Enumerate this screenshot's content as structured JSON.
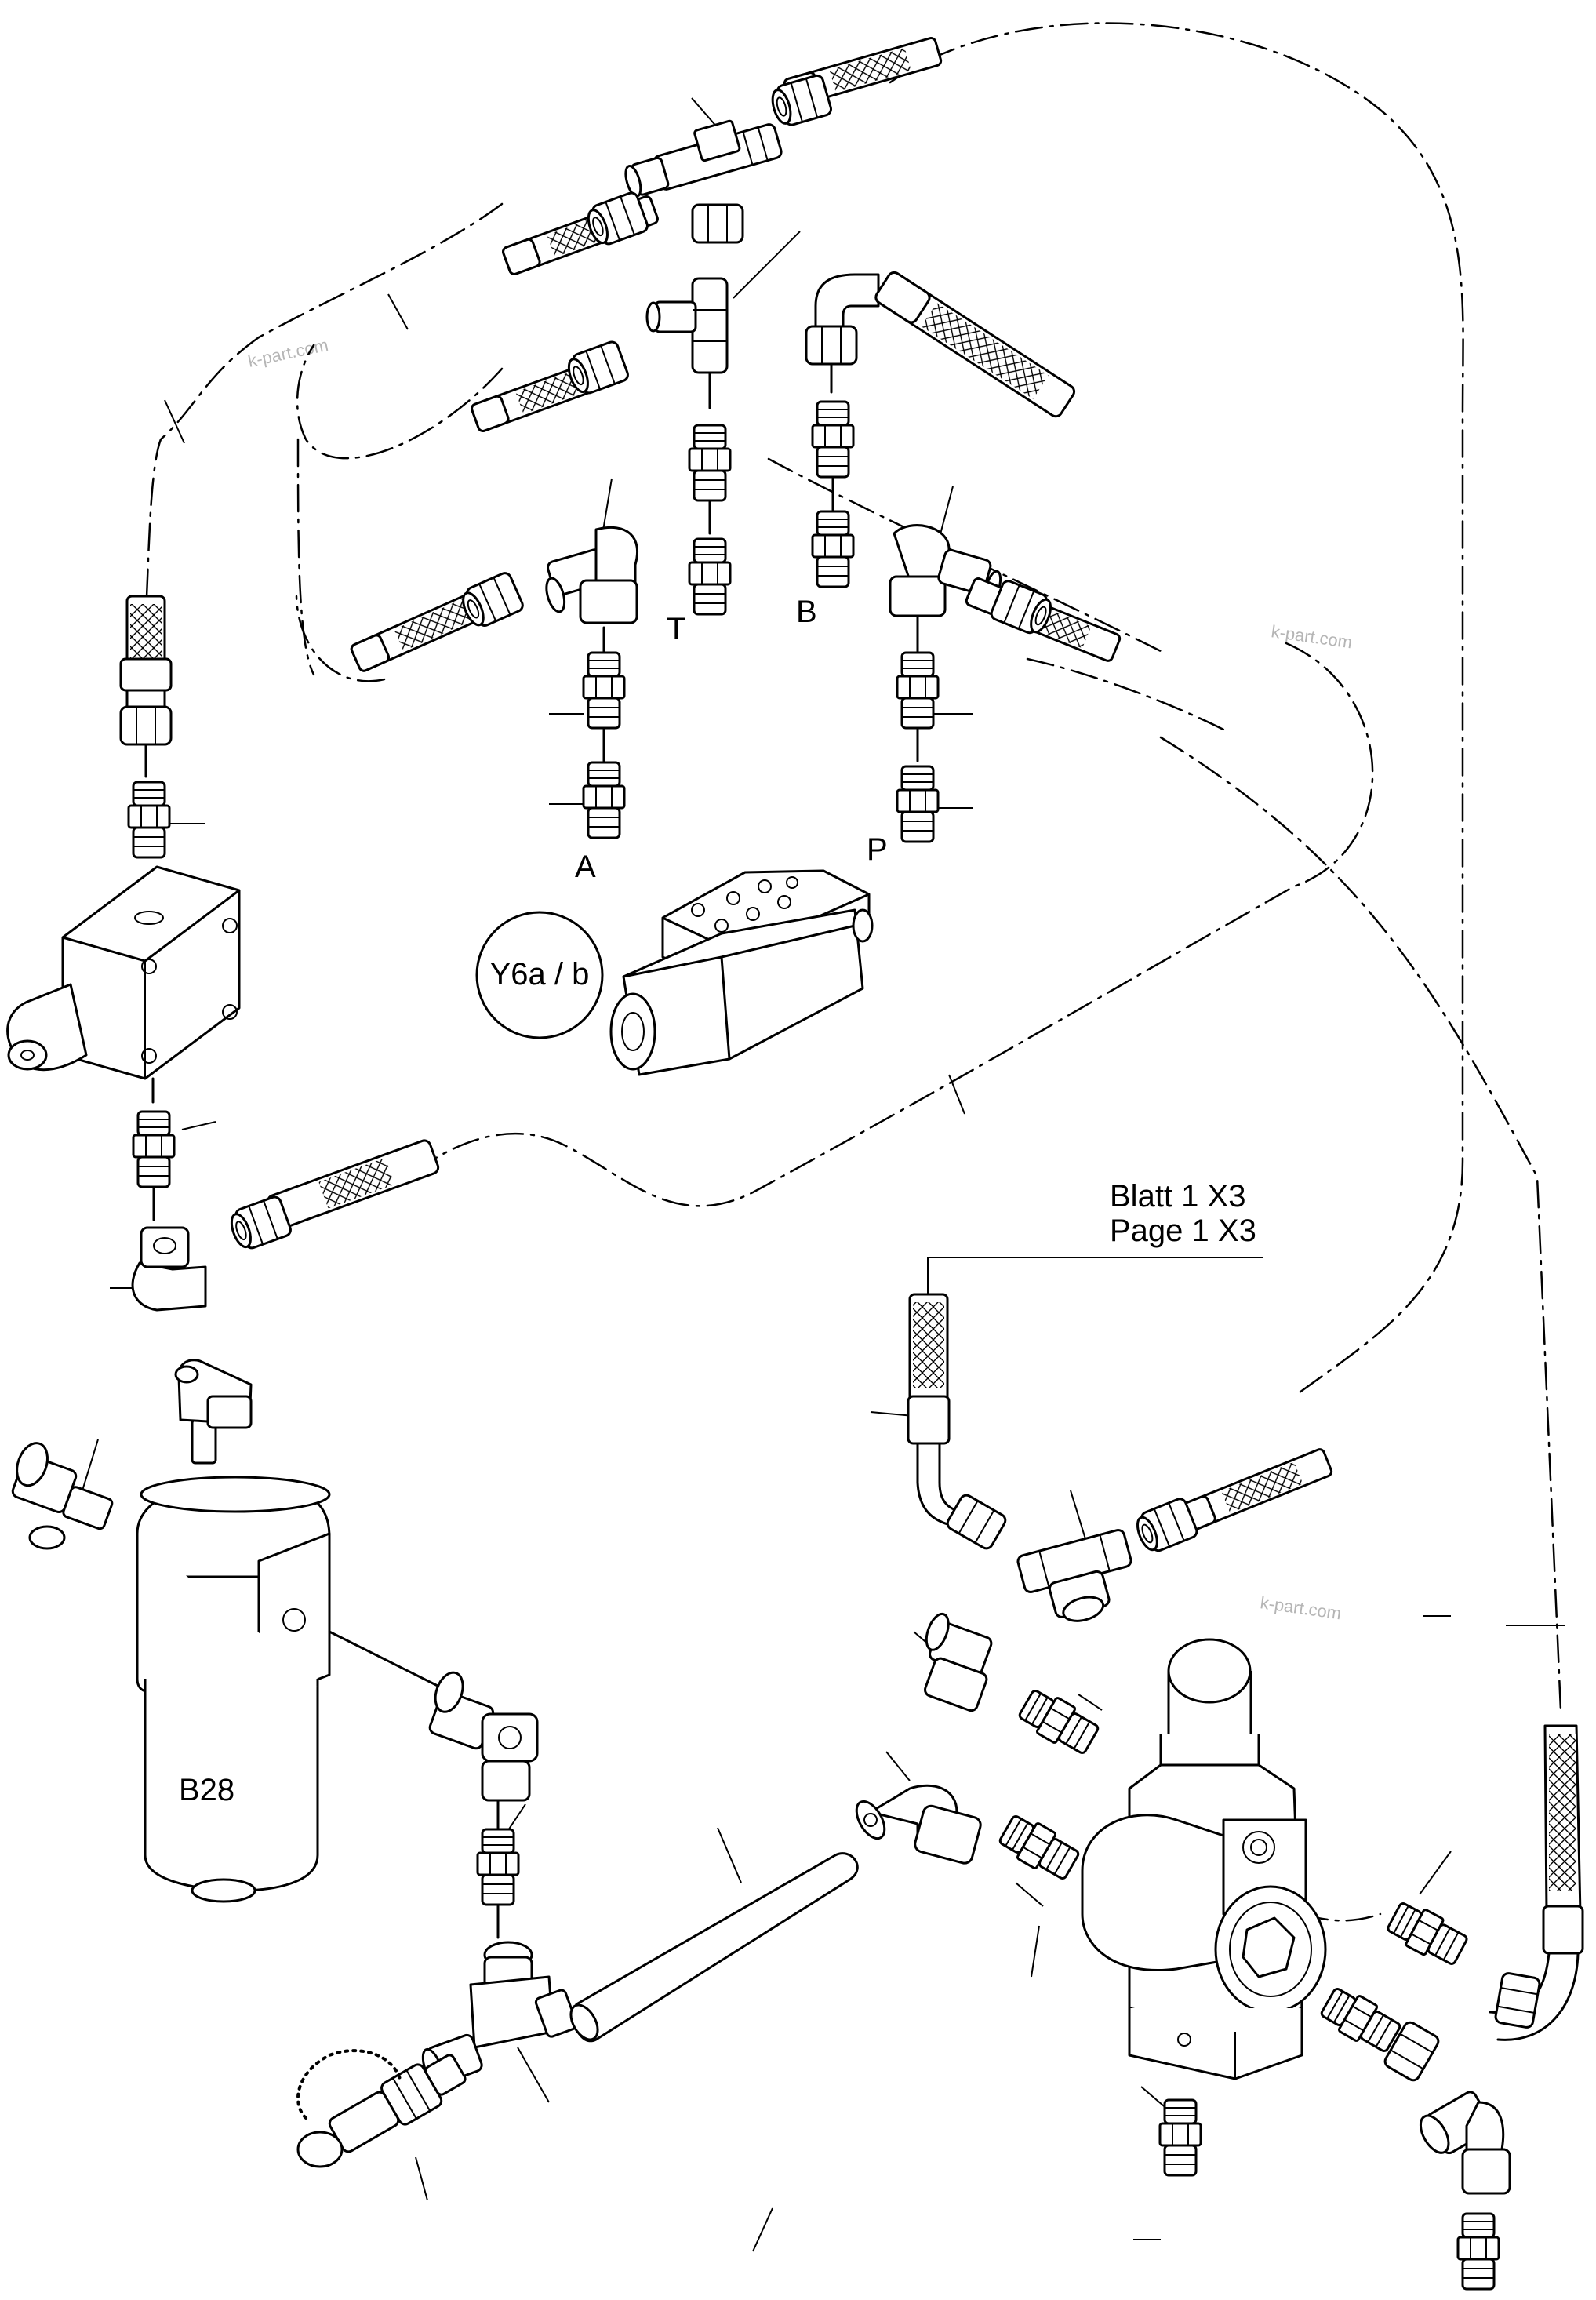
{
  "ports": {
    "a": "A",
    "b": "B",
    "t": "T",
    "p": "P"
  },
  "components": {
    "valve": "Y6a / b",
    "filter": "B28"
  },
  "reference": {
    "line1": "Blatt 1 X3",
    "line2": "Page 1 X3"
  },
  "watermark": "k-part.com"
}
